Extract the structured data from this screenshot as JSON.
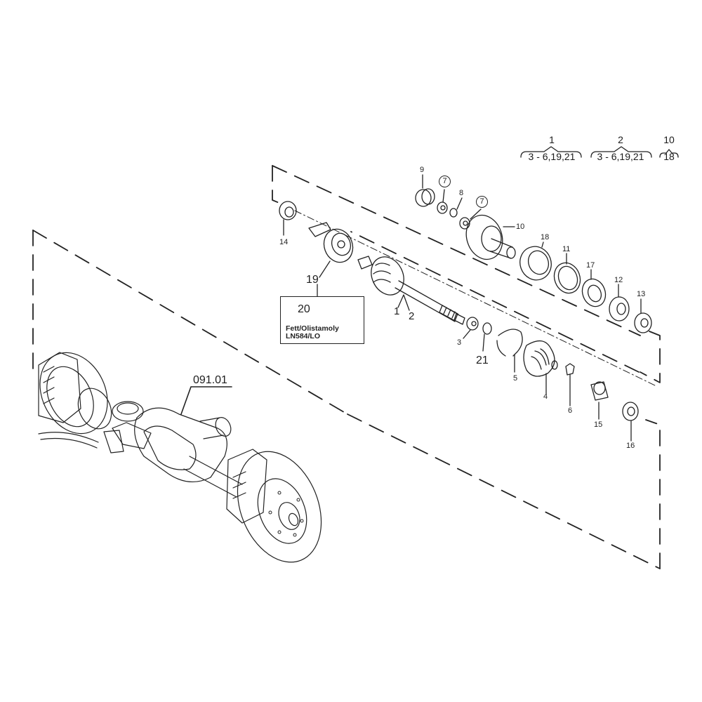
{
  "diagram": {
    "type": "exploded-parts-diagram",
    "subject": "Rear axle drive shaft assembly",
    "assembly_reference": "091.01",
    "legend": [
      {
        "parent": "1",
        "includes": "3 - 6,19,21"
      },
      {
        "parent": "2",
        "includes": "3 - 6,19,21"
      },
      {
        "parent": "10",
        "includes": "18"
      }
    ],
    "parts": [
      {
        "id": "1",
        "label": "1",
        "circled": false
      },
      {
        "id": "2",
        "label": "2",
        "circled": false
      },
      {
        "id": "3",
        "label": "3",
        "circled": false
      },
      {
        "id": "4",
        "label": "4",
        "circled": false
      },
      {
        "id": "5",
        "label": "5",
        "circled": false
      },
      {
        "id": "6",
        "label": "6",
        "circled": false
      },
      {
        "id": "7a",
        "label": "7",
        "circled": true
      },
      {
        "id": "7b",
        "label": "7",
        "circled": true
      },
      {
        "id": "8",
        "label": "8",
        "circled": false
      },
      {
        "id": "9",
        "label": "9",
        "circled": false
      },
      {
        "id": "10",
        "label": "10",
        "circled": false
      },
      {
        "id": "11",
        "label": "11",
        "circled": false
      },
      {
        "id": "12",
        "label": "12",
        "circled": false
      },
      {
        "id": "13",
        "label": "13",
        "circled": false
      },
      {
        "id": "14",
        "label": "14",
        "circled": false
      },
      {
        "id": "15",
        "label": "15",
        "circled": false
      },
      {
        "id": "16",
        "label": "16",
        "circled": false
      },
      {
        "id": "17",
        "label": "17",
        "circled": false
      },
      {
        "id": "18",
        "label": "18",
        "circled": false
      },
      {
        "id": "19",
        "label": "19",
        "circled": false
      },
      {
        "id": "20",
        "label": "20",
        "circled": false
      },
      {
        "id": "21",
        "label": "21",
        "circled": false
      }
    ],
    "grease_box": {
      "part": "20",
      "line1": "Fett/Olistamoly",
      "line2": "LN584/LO"
    },
    "colors": {
      "line": "#222222",
      "background": "#ffffff"
    }
  }
}
